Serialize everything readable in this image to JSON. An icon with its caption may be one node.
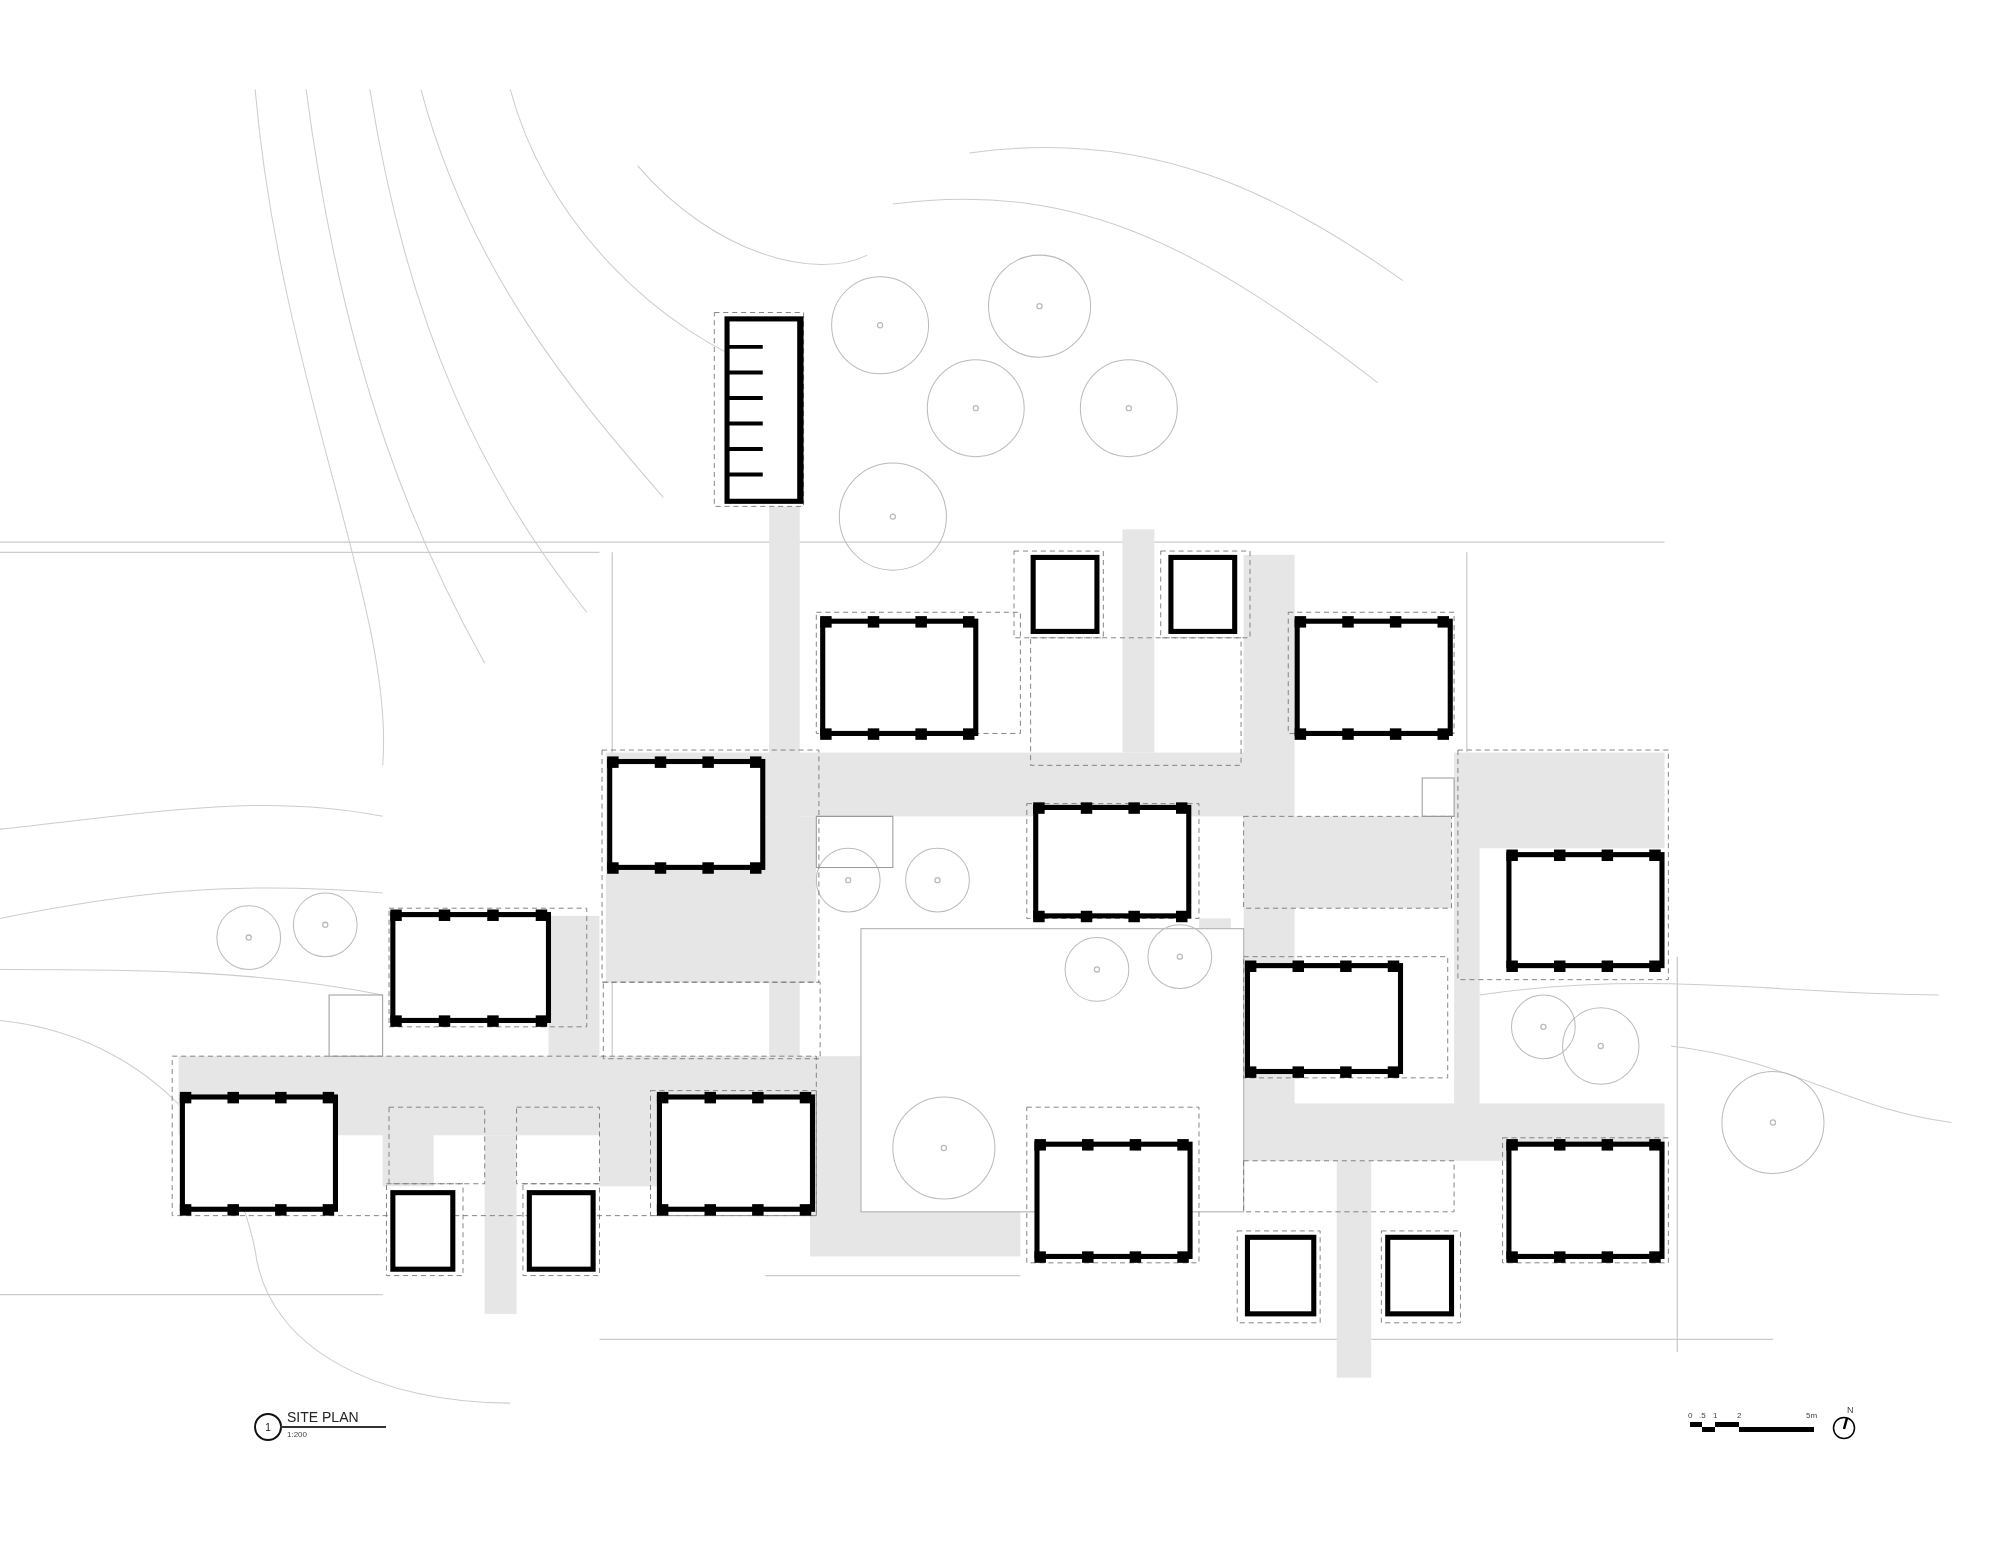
{
  "diagram": {
    "title": "SITE PLAN",
    "nodes": [
      {
        "text": [
          "1"
        ]
      }
    ],
    "labels": [
      "1:200",
      "0",
      ".5",
      "1",
      "2",
      "5m",
      "N"
    ]
  }
}
